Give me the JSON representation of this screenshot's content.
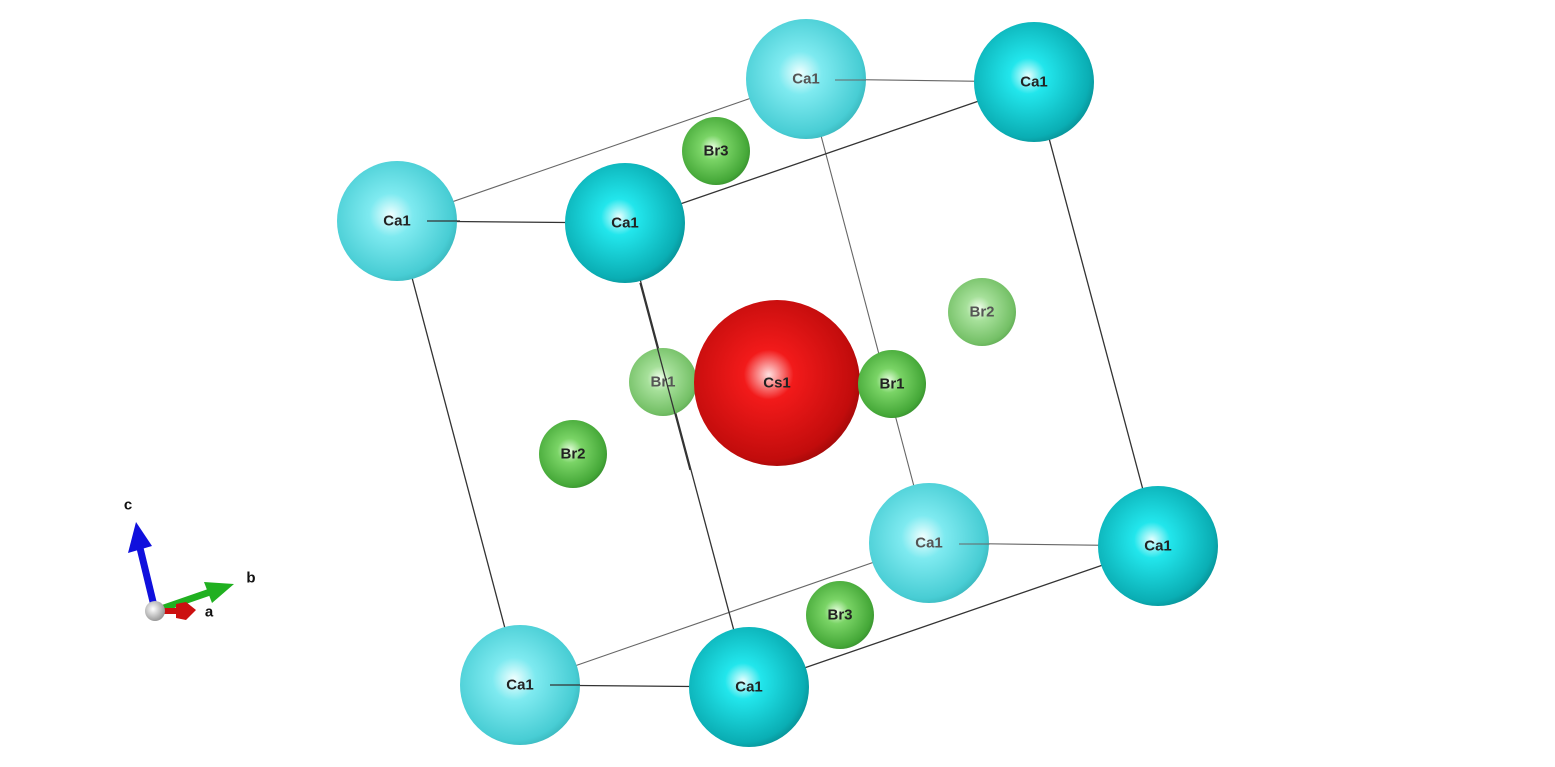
{
  "structure": {
    "colors": {
      "Ca_front": "#10c8cc",
      "Ca_back": "#5ee0e6",
      "Cs": "#e01010",
      "Br_front": "#55c045",
      "Br_back": "#8fd884",
      "cell_edge": "#333333"
    },
    "atoms": [
      {
        "label": "Ca1",
        "element": "Ca",
        "layer": "back"
      },
      {
        "label": "Ca1",
        "element": "Ca",
        "layer": "front"
      },
      {
        "label": "Ca1",
        "element": "Ca",
        "layer": "back"
      },
      {
        "label": "Ca1",
        "element": "Ca",
        "layer": "front"
      },
      {
        "label": "Br3",
        "element": "Br",
        "layer": "mid"
      },
      {
        "label": "Br2",
        "element": "Br",
        "layer": "back"
      },
      {
        "label": "Br1",
        "element": "Br",
        "layer": "back"
      },
      {
        "label": "Cs1",
        "element": "Cs",
        "layer": "center"
      },
      {
        "label": "Br1",
        "element": "Br",
        "layer": "front"
      },
      {
        "label": "Br2",
        "element": "Br",
        "layer": "front"
      },
      {
        "label": "Ca1",
        "element": "Ca",
        "layer": "back"
      },
      {
        "label": "Ca1",
        "element": "Ca",
        "layer": "front"
      },
      {
        "label": "Br3",
        "element": "Br",
        "layer": "mid"
      },
      {
        "label": "Ca1",
        "element": "Ca",
        "layer": "back"
      },
      {
        "label": "Ca1",
        "element": "Ca",
        "layer": "front"
      }
    ]
  },
  "axes": {
    "labels": {
      "a": "a",
      "b": "b",
      "c": "c"
    },
    "colors": {
      "a": "#cc1010",
      "b": "#20b020",
      "c": "#1010dd",
      "origin": "#dddddd"
    }
  }
}
